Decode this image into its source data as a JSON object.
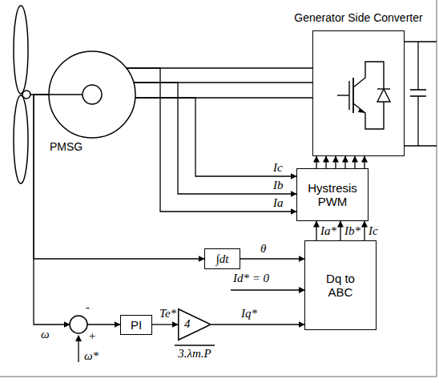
{
  "diagram": {
    "nodes": [
      {
        "text": [
          "PMSG"
        ]
      },
      {
        "text": [
          "Generator Side Converter"
        ]
      },
      {
        "text": [
          "Hystresis PWM"
        ]
      },
      {
        "text": [
          "∫dt"
        ]
      },
      {
        "text": [
          "Dq to ABC"
        ]
      },
      {
        "text": [
          "-",
          "+"
        ]
      },
      {
        "text": [
          "PI"
        ]
      },
      {
        "text": [
          "4",
          "3.λm.P"
        ]
      }
    ],
    "edges": [
      {
        "from": 0,
        "to": 1,
        "arrow": "none"
      },
      {
        "from": 0,
        "to": 1,
        "arrow": "none"
      },
      {
        "from": 0,
        "to": 1,
        "arrow": "none"
      },
      {
        "from": 0,
        "to": 2,
        "label": "Ic",
        "arrow": "to"
      },
      {
        "from": 0,
        "to": 2,
        "label": "Ib",
        "arrow": "to"
      },
      {
        "from": 0,
        "to": 2,
        "label": "Ia",
        "arrow": "to"
      },
      {
        "from": 2,
        "to": 1,
        "arrow": "to"
      },
      {
        "from": 2,
        "to": 1,
        "arrow": "to"
      },
      {
        "from": 2,
        "to": 1,
        "arrow": "to"
      },
      {
        "from": 2,
        "to": 1,
        "arrow": "to"
      },
      {
        "from": 2,
        "to": 1,
        "arrow": "to"
      },
      {
        "from": 2,
        "to": 1,
        "arrow": "to"
      },
      {
        "from": 4,
        "to": 2,
        "label": "Ia*",
        "arrow": "to"
      },
      {
        "from": 4,
        "to": 2,
        "label": "Ib*",
        "arrow": "to"
      },
      {
        "from": 4,
        "to": 2,
        "label": "Ic",
        "arrow": "to"
      },
      {
        "from": 3,
        "to": 4,
        "label": "θ",
        "arrow": "to"
      },
      {
        "from": 0,
        "to": 3,
        "arrow": "to"
      },
      {
        "from": 0,
        "to": 5,
        "label": "ω",
        "arrow": "to"
      },
      {
        "from": 5,
        "to": 6,
        "arrow": "to"
      },
      {
        "from": 6,
        "to": 7,
        "label": "Te*",
        "arrow": "to"
      },
      {
        "from": 7,
        "to": 4,
        "label": "Iq*",
        "arrow": "to"
      }
    ],
    "labels": [
      "Id* = 0",
      "ω*"
    ]
  }
}
